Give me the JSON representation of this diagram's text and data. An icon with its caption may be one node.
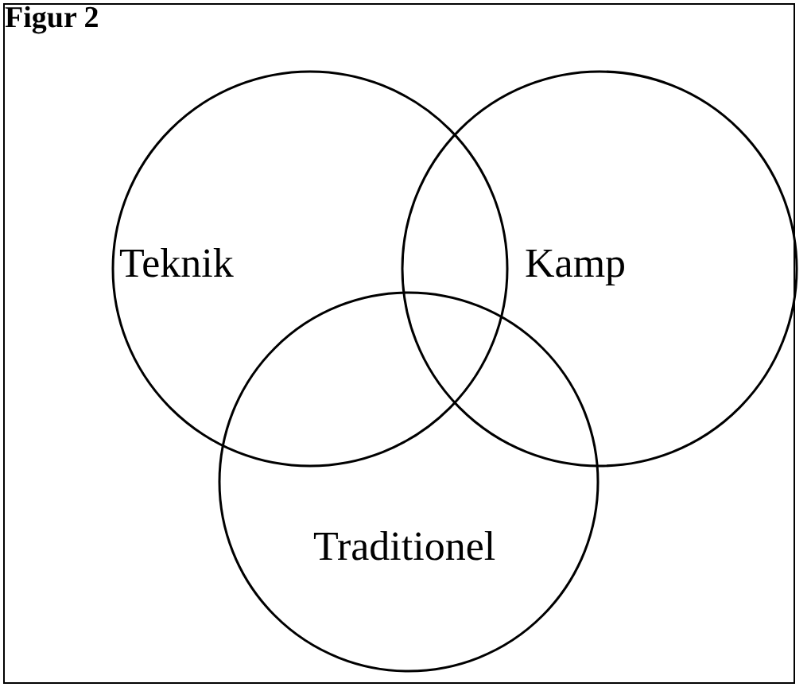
{
  "diagram": {
    "title": "Figur 2",
    "nodes": [
      {
        "text": [
          "Teknik"
        ]
      },
      {
        "text": [
          "Kamp"
        ]
      },
      {
        "text": [
          "Traditionel"
        ]
      }
    ]
  }
}
